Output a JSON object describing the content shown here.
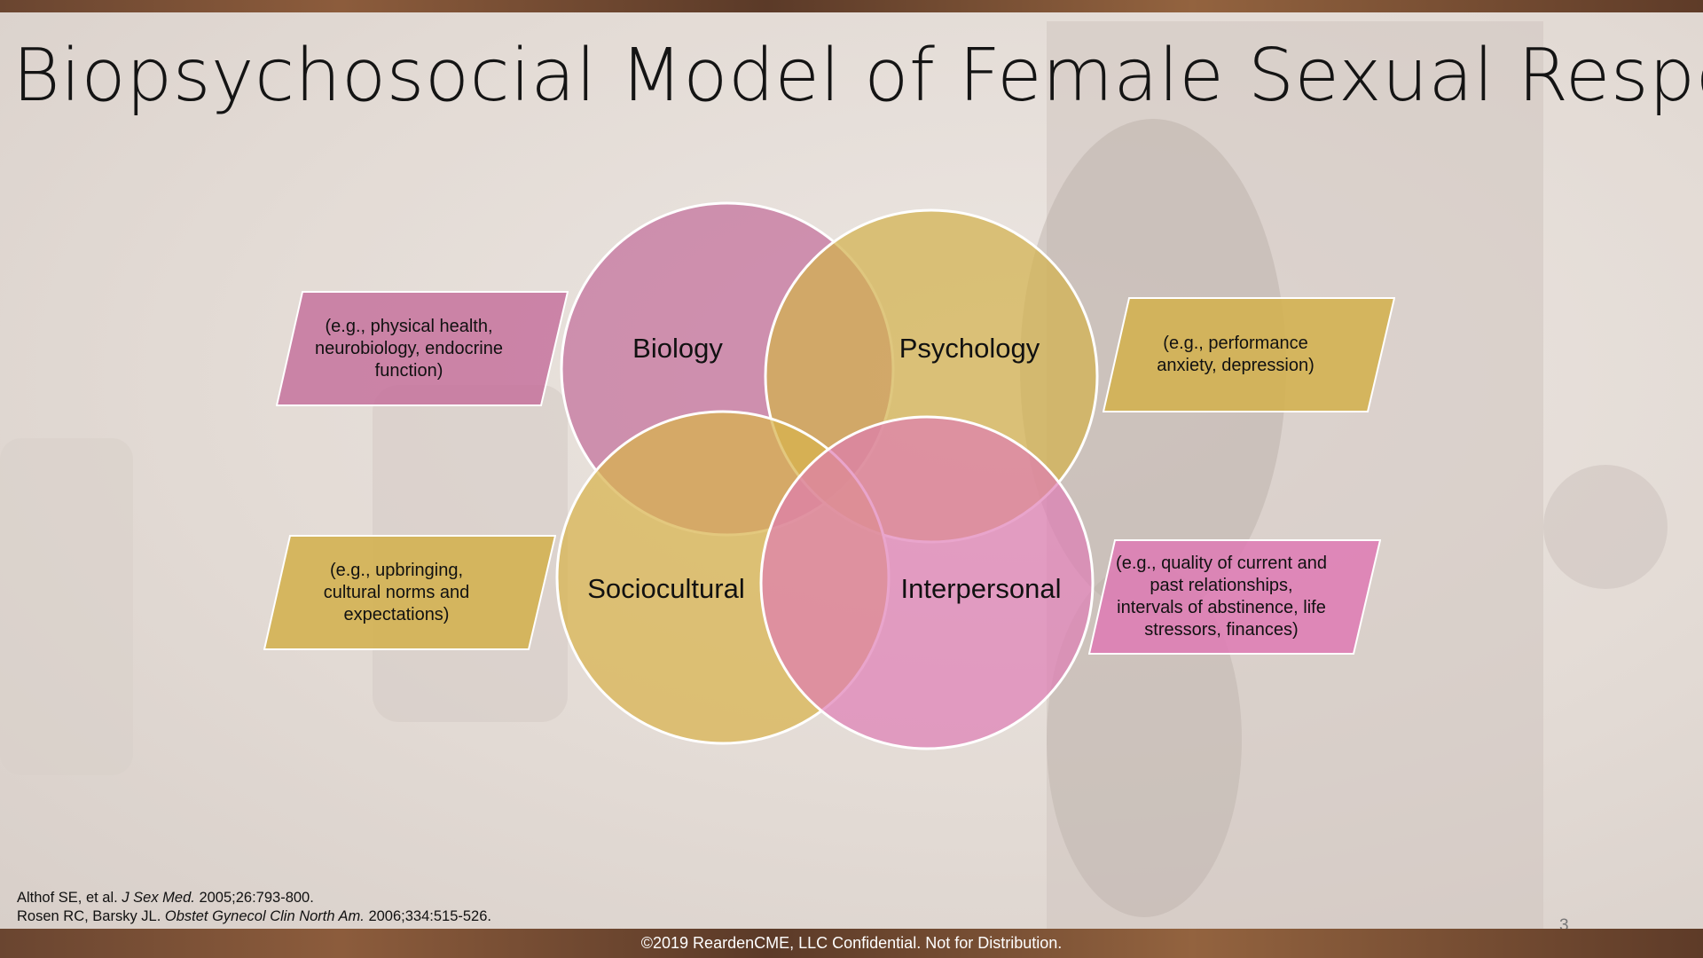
{
  "title": "Biopsychosocial Model of Female Sexual Response",
  "circles": [
    {
      "key": "biology",
      "label": "Biology",
      "color": "#c46f9b"
    },
    {
      "key": "psychology",
      "label": "Psychology",
      "color": "#d3b14e"
    },
    {
      "key": "sociocultural",
      "label": "Sociocultural",
      "color": "#d8b34c"
    },
    {
      "key": "interpersonal",
      "label": "Interpersonal",
      "color": "#de7ab4"
    }
  ],
  "callouts": {
    "biology": "(e.g., physical health, neurobiology, endocrine function)",
    "psychology": "(e.g., performance anxiety, depression)",
    "sociocultural": "(e.g., upbringing, cultural norms and expectations)",
    "interpersonal": "(e.g., quality of current and past relationships, intervals of abstinence, life stressors, finances)"
  },
  "colors": {
    "pink": "#c46f9b",
    "gold": "#d3b14e",
    "magenta": "#de7ab4"
  },
  "references": {
    "ref1_authors": "Althof SE, et al. ",
    "ref1_journal": "J Sex Med.",
    "ref1_details": " 2005;26:793-800.",
    "ref2_authors": "Rosen RC, Barsky JL. ",
    "ref2_journal": "Obstet Gynecol Clin North Am.",
    "ref2_details": " 2006;334:515-526."
  },
  "page_number": "3",
  "footer": "©2019 ReardenCME, LLC  Confidential. Not for Distribution."
}
